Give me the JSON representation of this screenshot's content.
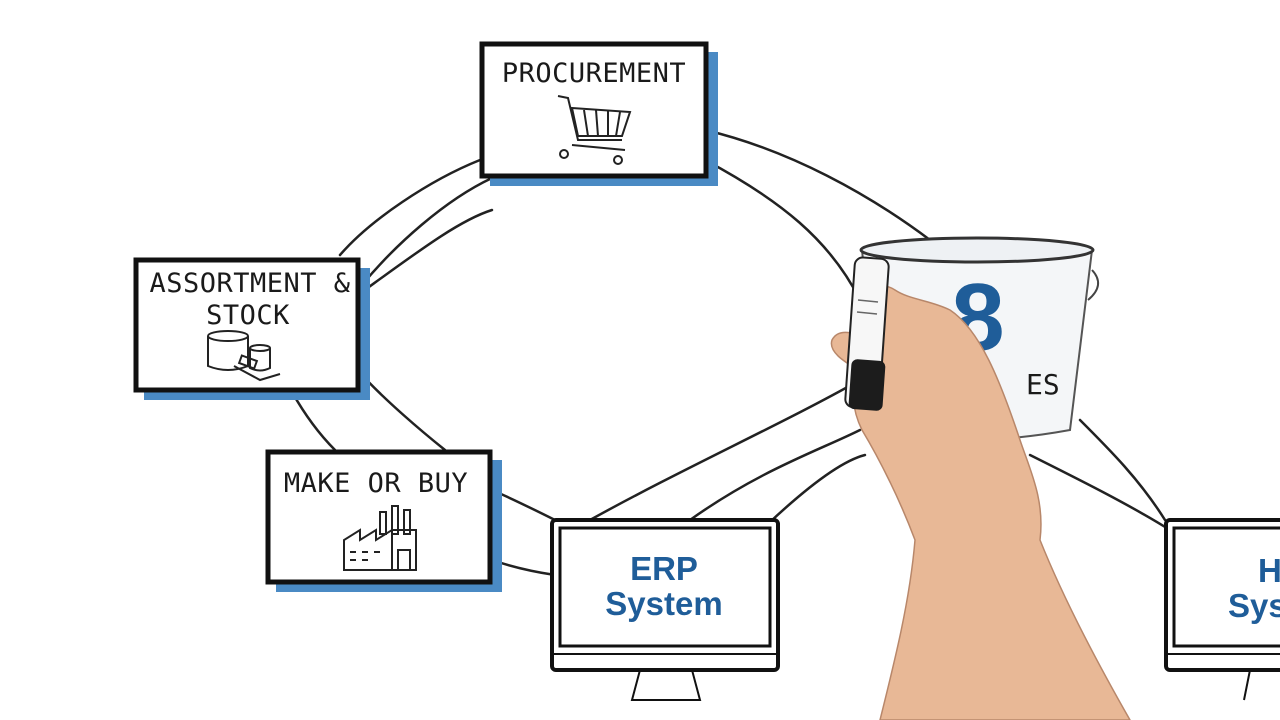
{
  "boxes": {
    "procurement": "PROCUREMENT",
    "assortment_line1": "ASSORTMENT &",
    "assortment_line2": "STOCK",
    "make_or_buy": "MAKE OR BUY"
  },
  "screens": {
    "erp_line1": "ERP",
    "erp_line2": "System",
    "partial_line1": "H",
    "partial_line2": "Syst"
  },
  "bucket": {
    "number": "8",
    "text_fragment": "ES"
  },
  "colors": {
    "accent_blue": "#1f5d99",
    "shadow_blue": "#4a8ac4",
    "ink": "#1a1a1a",
    "skin": "#e8b896"
  }
}
